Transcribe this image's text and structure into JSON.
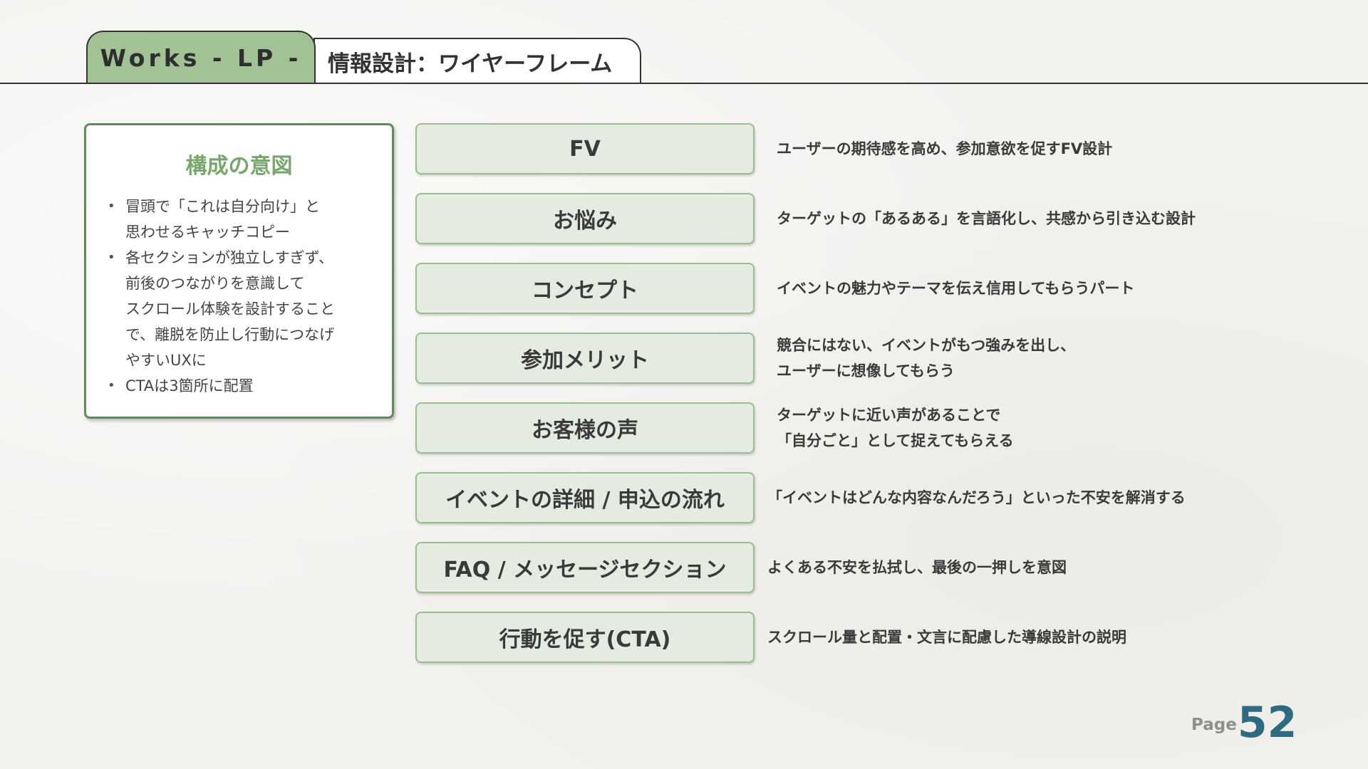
{
  "header": {
    "works_tab": "Works - LP -",
    "title_tab": "情報設計：ワイヤーフレーム"
  },
  "intent": {
    "title": "構成の意図",
    "bullets": [
      [
        "冒頭で「これは自分向け」と",
        "思わせるキャッチコピー"
      ],
      [
        "各セクションが独立しすぎず、",
        "前後のつながりを意識して",
        "スクロール体験を設計すること",
        "で、離脱を防止し行動につなげ",
        "やすいUXに"
      ],
      [
        "CTAは3箇所に配置"
      ]
    ]
  },
  "sections": [
    {
      "label": "FV",
      "desc": [
        "ユーザーの期待感を高め、参加意欲を促すFV設計"
      ]
    },
    {
      "label": "お悩み",
      "desc": [
        "ターゲットの「あるある」を言語化し、共感から引き込む設計"
      ]
    },
    {
      "label": "コンセプト",
      "desc": [
        "イベントの魅力やテーマを伝え信用してもらうパート"
      ]
    },
    {
      "label": "参加メリット",
      "desc": [
        "競合にはない、イベントがもつ強みを出し、",
        "ユーザーに想像してもらう"
      ]
    },
    {
      "label": "お客様の声",
      "desc": [
        "ターゲットに近い声があることで",
        "「自分ごと」として捉えてもらえる"
      ]
    },
    {
      "label": "イベントの詳細 / 申込の流れ",
      "desc": [
        "「イベントはどんな内容なんだろう」といった不安を解消する"
      ]
    },
    {
      "label": "FAQ / メッセージセクション",
      "desc": [
        "よくある不安を払拭し、最後の一押しを意図"
      ]
    },
    {
      "label": "行動を促す(CTA)",
      "desc": [
        "スクロール量と配置・文言に配慮した導線設計の説明"
      ]
    }
  ],
  "page": {
    "label": "Page",
    "number": "52"
  },
  "colors": {
    "accent_green": "#a2c295",
    "title_green": "#7aa56f",
    "box_border_green": "#5f8b5a",
    "section_fill": "#e4ebe0",
    "page_number_blue": "#2e6a80"
  }
}
